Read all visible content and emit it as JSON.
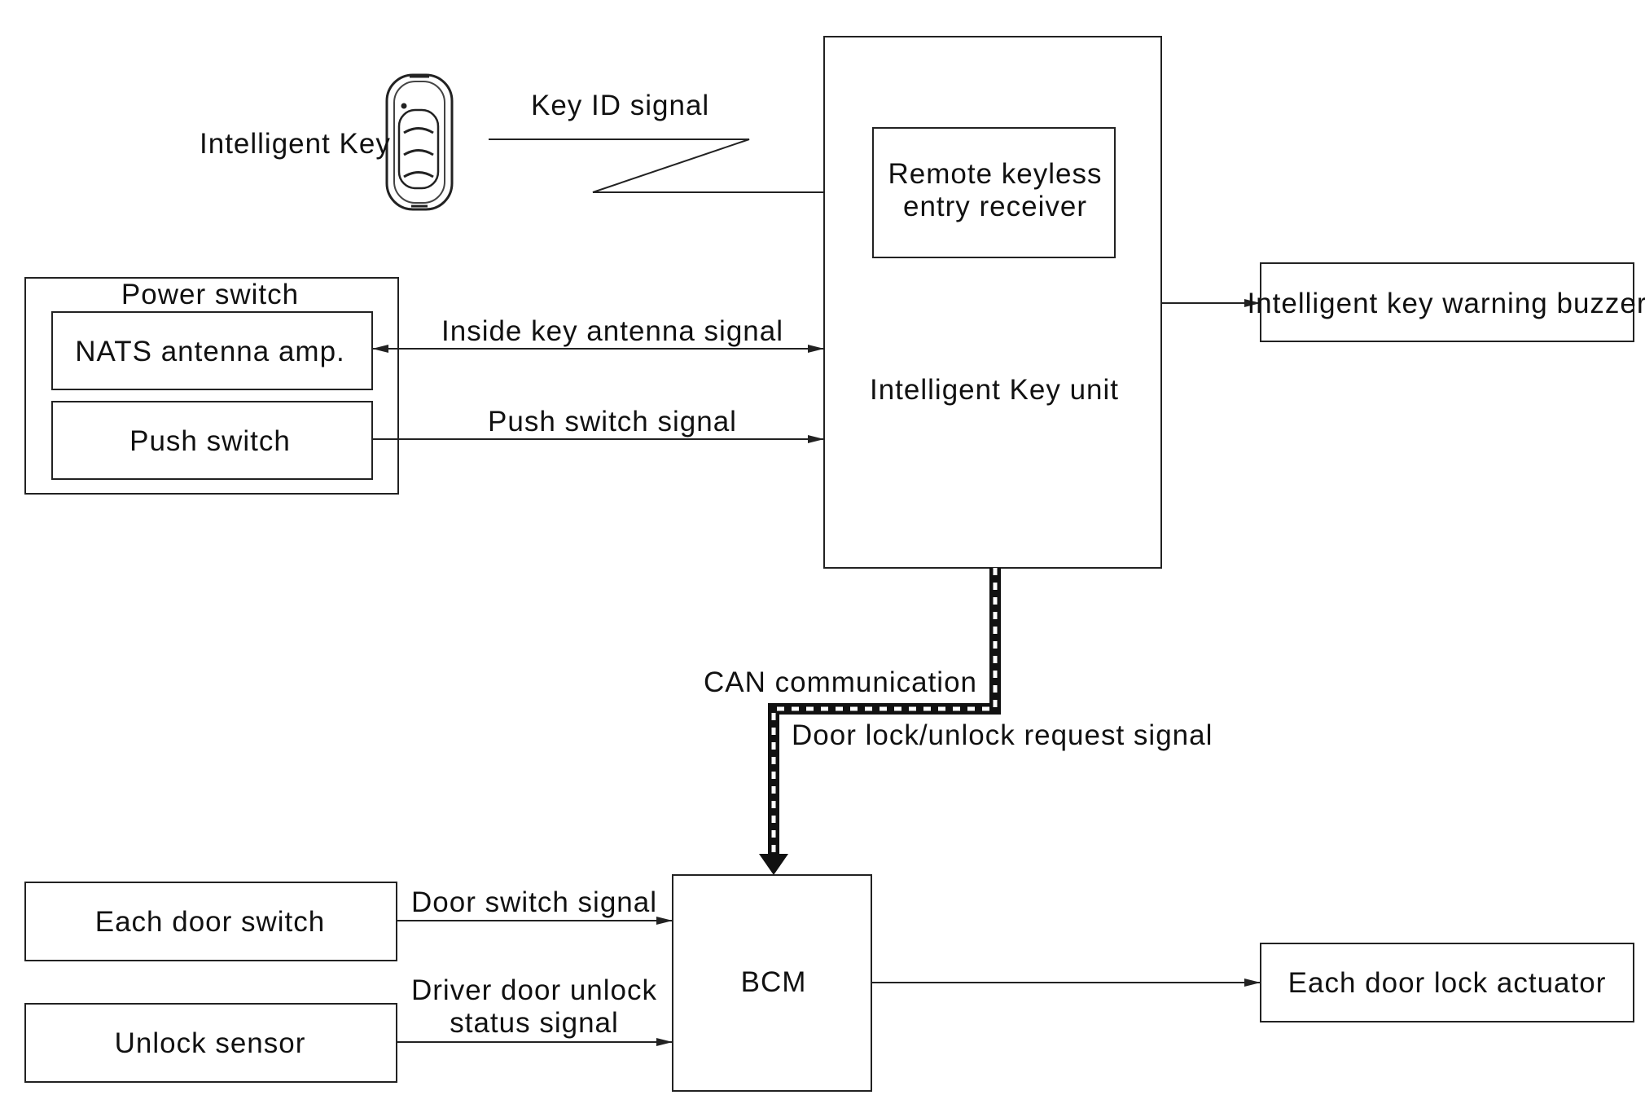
{
  "diagram": {
    "intelligent_key": {
      "label": "Intelligent Key",
      "icon": "key-fob-icon"
    },
    "key_id_signal": "Key ID signal",
    "intelligent_key_unit": {
      "label": "Intelligent Key unit",
      "receiver_label_line1": "Remote keyless",
      "receiver_label_line2": "entry receiver"
    },
    "power_switch": {
      "label": "Power switch",
      "nats_label": "NATS antenna amp.",
      "push_label": "Push switch"
    },
    "signals": {
      "inside_key_antenna": "Inside key antenna signal",
      "push_switch": "Push switch signal",
      "can_communication": "CAN communication",
      "door_lock_request": "Door lock/unlock request signal",
      "door_switch": "Door switch signal",
      "driver_door_unlock_line1": "Driver door unlock",
      "driver_door_unlock_line2": "status signal"
    },
    "warning_buzzer": "Intelligent key warning buzzer",
    "bcm": "BCM",
    "each_door_switch": "Each door switch",
    "unlock_sensor": "Unlock sensor",
    "door_lock_actuator": "Each door lock actuator"
  }
}
